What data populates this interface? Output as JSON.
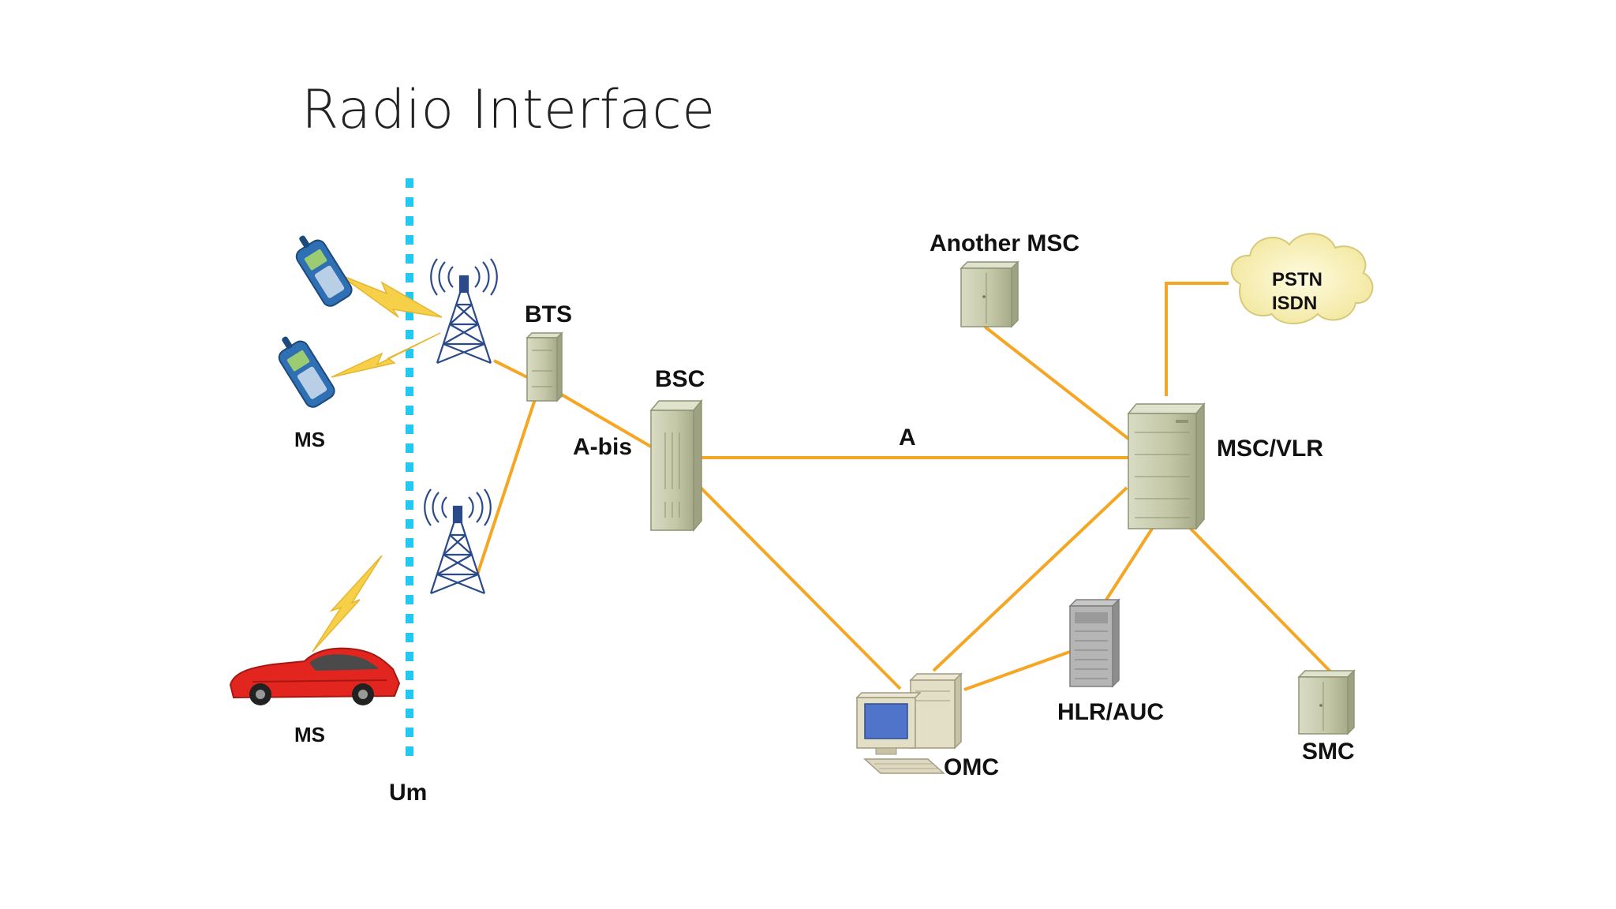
{
  "slide": {
    "title": "Radio Interface"
  },
  "labels": {
    "ms_phones": "MS",
    "ms_car": "MS",
    "um": "Um",
    "bts": "BTS",
    "bsc": "BSC",
    "abis": "A-bis",
    "a": "A",
    "another_msc": "Another MSC",
    "msc_vlr": "MSC/VLR",
    "pstn": "PSTN",
    "isdn": "ISDN",
    "hlr_auc": "HLR/AUC",
    "omc": "OMC",
    "smc": "SMC"
  },
  "colors": {
    "link": "#f5a623",
    "air_interface": "#22c8f0",
    "equipment": "#c3c7a6",
    "equipment_dark": "#8f9473",
    "cloud": "#fbf4b8",
    "car": "#e2261f",
    "phone": "#2f6fb3",
    "lightning": "#f7d04a"
  },
  "icons": [
    "mobile-phone-icon",
    "car-icon",
    "tower-icon",
    "server-cabinet-icon",
    "cloud-icon",
    "computer-icon"
  ]
}
